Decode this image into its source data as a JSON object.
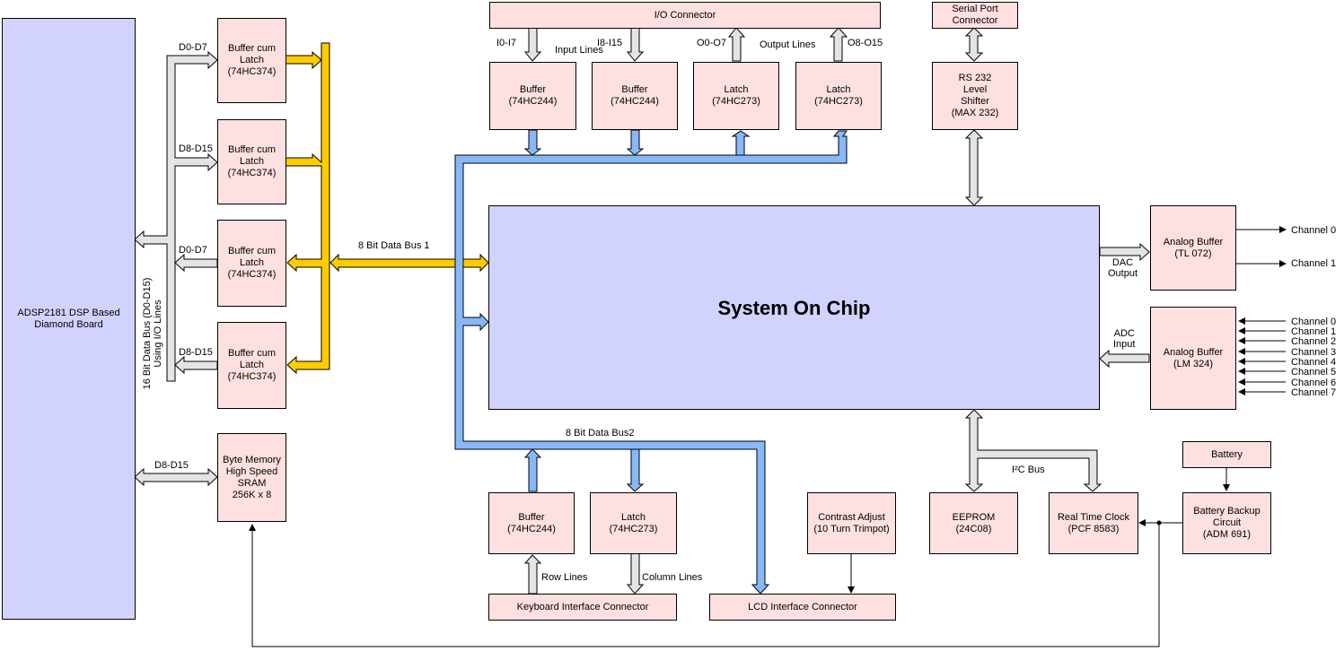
{
  "colors": {
    "block_fill": "#ffe0e0",
    "main_fill": "#d2d2fe",
    "bus_gray": "#e4e4e4",
    "bus_yellow": "#ffcc00",
    "bus_blue": "#88b8f8",
    "stroke": "#000000"
  },
  "blocks": {
    "dsp_board": "ADSP2181 DSP Based\nDiamond Board",
    "latch1": "Buffer cum\nLatch\n(74HC374)",
    "latch2": "Buffer cum\nLatch\n(74HC374)",
    "latch3": "Buffer cum\nLatch\n(74HC374)",
    "latch4": "Buffer cum\nLatch\n(74HC374)",
    "sram": "Byte Memory\nHigh Speed\nSRAM\n256K x 8",
    "io_connector": "I/O Connector",
    "io_buffer1": "Buffer\n(74HC244)",
    "io_buffer2": "Buffer\n(74HC244)",
    "io_latch1": "Latch\n(74HC273)",
    "io_latch2": "Latch\n(74HC273)",
    "serial_connector": "Serial Port\nConnector",
    "rs232": "RS 232\nLevel\nShifter\n(MAX 232)",
    "soc": "System On Chip",
    "dac_buffer": "Analog Buffer\n(TL 072)",
    "adc_buffer": "Analog Buffer\n(LM 324)",
    "kb_buffer": "Buffer\n(74HC244)",
    "kb_latch": "Latch\n(74HC273)",
    "kb_connector": "Keyboard  Interface  Connector",
    "lcd_connector": "LCD  Interface  Connector",
    "contrast": "Contrast Adjust\n(10 Turn Trimpot)",
    "eeprom": "EEPROM\n(24C08)",
    "rtc": "Real Time Clock\n(PCF 8583)",
    "battery": "Battery",
    "battery_backup": "Battery Backup\nCircuit\n(ADM 691)"
  },
  "labels": {
    "d0_d7_a": "D0-D7",
    "d8_d15_a": "D8-D15",
    "d0_d7_b": "D0-D7",
    "d8_d15_b": "D8-D15",
    "d8_d15_sram": "D8-D15",
    "bus16": "16 Bit Data Bus (D0-D15)\nUsing I/O Lines",
    "bus8_1": "8 Bit Data Bus 1",
    "bus8_2": "8 Bit Data Bus2",
    "i0_i7": "I0-I7",
    "i8_i15": "I8-I15",
    "input_lines": "Input Lines",
    "o0_o7": "O0-O7",
    "o8_o15": "O8-O15",
    "output_lines": "Output Lines",
    "dac_output": "DAC\nOutput",
    "adc_input": "ADC\nInput",
    "i2c_bus": "I²C Bus",
    "row_lines": "Row Lines",
    "column_lines": "Column Lines"
  },
  "dac_channels": [
    "Channel 0",
    "Channel 1"
  ],
  "adc_channels": [
    "Channel 0",
    "Channel 1",
    "Channel 2",
    "Channel 3",
    "Channel 4",
    "Channel 5",
    "Channel 6",
    "Channel 7"
  ]
}
